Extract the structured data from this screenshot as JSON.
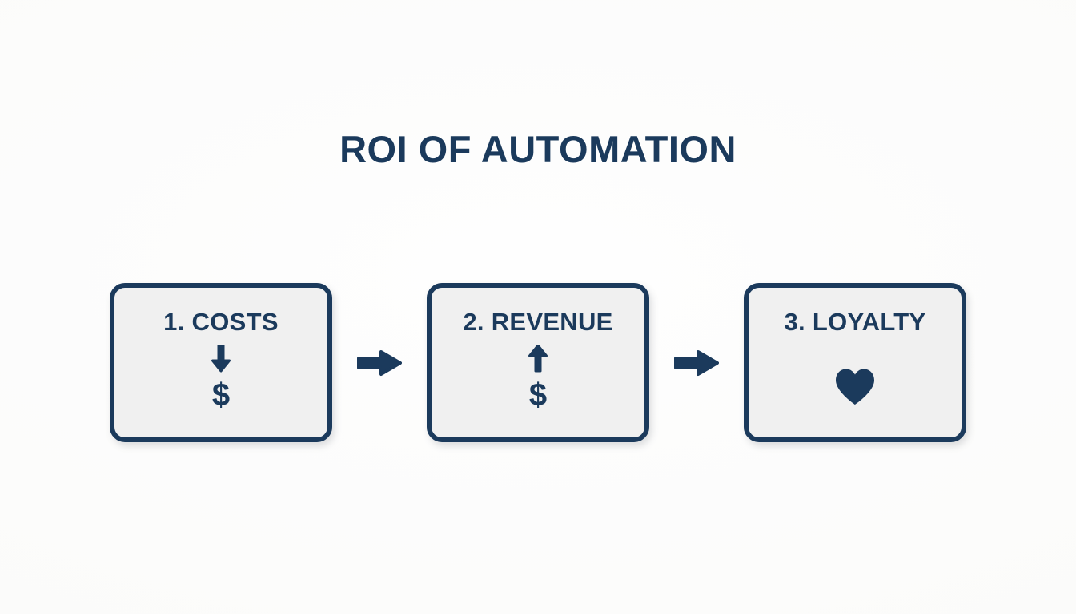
{
  "slide": {
    "title": "ROI OF AUTOMATION",
    "background_color": "#fdfdfc",
    "accent_color": "#1b3a5c",
    "box_fill_color": "#f0f0f0"
  },
  "diagram": {
    "type": "flow",
    "direction": "left-to-right",
    "connector_icon": "arrow-right-icon",
    "steps": [
      {
        "label": "1. COSTS",
        "number": "1",
        "name": "COSTS",
        "direction_icon": "arrow-down-icon",
        "value_glyph": "$",
        "value_icon": "dollar-sign-icon"
      },
      {
        "label": "2. REVENUE",
        "number": "2",
        "name": "REVENUE",
        "direction_icon": "arrow-up-icon",
        "value_glyph": "$",
        "value_icon": "dollar-sign-icon"
      },
      {
        "label": "3. LOYALTY",
        "number": "3",
        "name": "LOYALTY",
        "direction_icon": "heart-icon",
        "value_glyph": "",
        "value_icon": "heart-icon"
      }
    ]
  }
}
